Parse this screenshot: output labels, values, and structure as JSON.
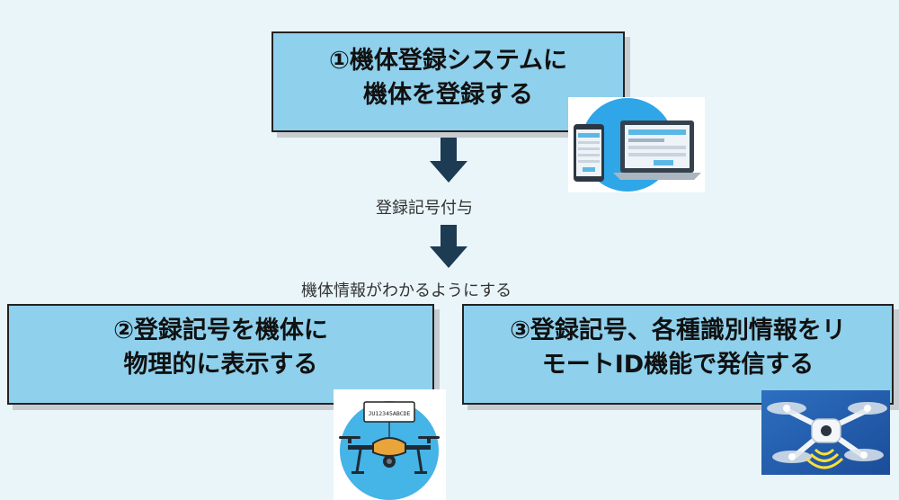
{
  "steps": [
    {
      "text": "①機体登録システムに\n機体を登録する"
    },
    {
      "text": "②登録記号を機体に\n物理的に表示する"
    },
    {
      "text": "③登録記号、各種識別情報をリ\nモートID機能で発信する"
    }
  ],
  "labels": {
    "issue": "登録記号付与",
    "identify": "機体情報がわかるようにする"
  },
  "drone_tag": "JU12345ABCDE",
  "icons": {
    "device": "computer-and-smartphone-icon",
    "drone": "drone-with-label-icon",
    "remote": "remote-id-drone-icon"
  },
  "colors": {
    "background": "#e9f5f9",
    "box": "#8fd0ec",
    "arrow": "#1d3b52"
  }
}
